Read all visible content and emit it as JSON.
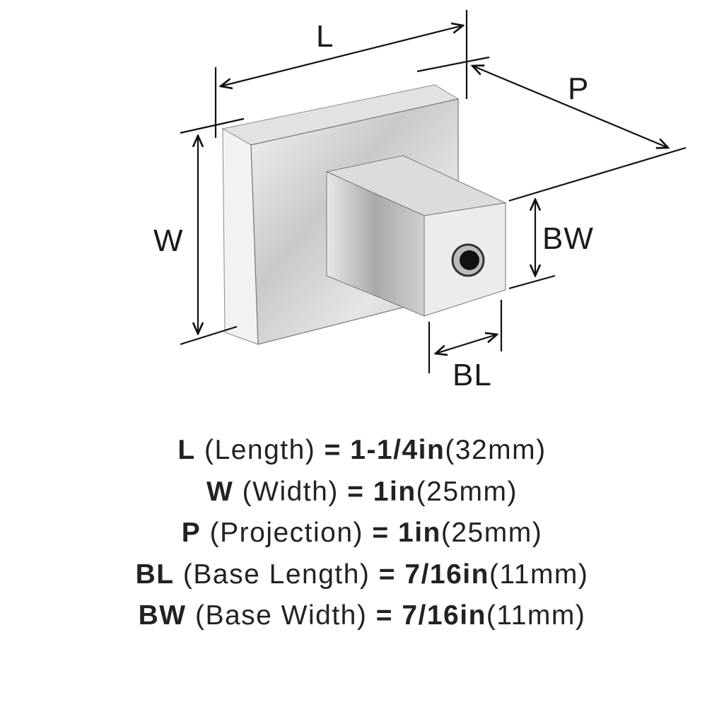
{
  "labels": {
    "L": "L",
    "P": "P",
    "W": "W",
    "BW": "BW",
    "BL": "BL"
  },
  "specs": [
    {
      "code": "L",
      "name": "(Length)",
      "eq": "=",
      "imperial": "1-1/4in",
      "metric": "(32mm)"
    },
    {
      "code": "W",
      "name": "(Width)",
      "eq": "=",
      "imperial": "1in",
      "metric": "(25mm)"
    },
    {
      "code": "P",
      "name": "(Projection)",
      "eq": "=",
      "imperial": "1in",
      "metric": "(25mm)"
    },
    {
      "code": "BL",
      "name": "(Base Length)",
      "eq": "=",
      "imperial": "7/16in",
      "metric": "(11mm)"
    },
    {
      "code": "BW",
      "name": "(Base Width)",
      "eq": "=",
      "imperial": "7/16in",
      "metric": "(11mm)"
    }
  ]
}
